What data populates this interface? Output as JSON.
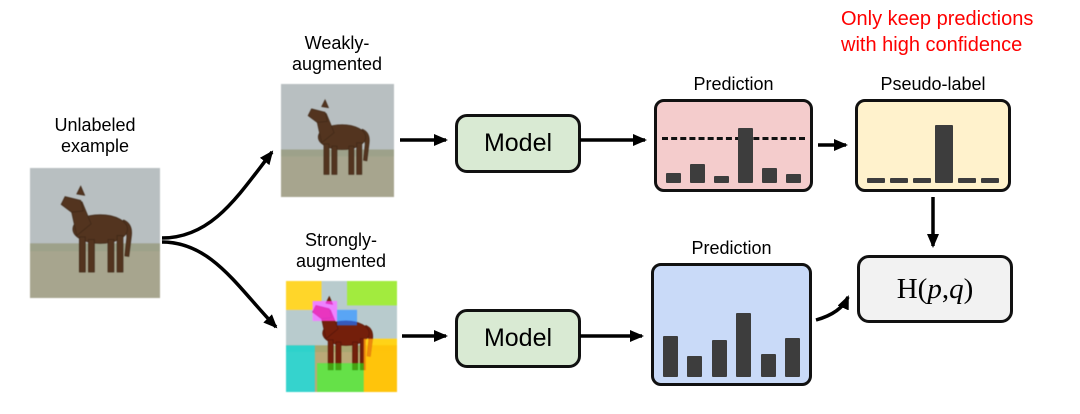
{
  "note": {
    "text": "Only keep predictions\nwith high confidence",
    "color": "#fe0000"
  },
  "nodes": {
    "unlabeled": {
      "label": "Unlabeled\nexample"
    },
    "weak": {
      "label": "Weakly-\naugmented"
    },
    "strong": {
      "label": "Strongly-\naugmented"
    },
    "model_top": {
      "label": "Model"
    },
    "model_bottom": {
      "label": "Model"
    },
    "loss": {
      "prefix": "H(",
      "p": "p",
      "sep": ", ",
      "q": "q",
      "suffix": ")"
    }
  },
  "charts": {
    "prediction_top": {
      "label": "Prediction",
      "type": "bar",
      "bars": [
        14,
        26,
        10,
        76,
        20,
        12
      ],
      "threshold_pct": 40,
      "bg": "#f4cccc"
    },
    "pseudo_label": {
      "label": "Pseudo-label",
      "type": "bar",
      "bars": [
        7,
        7,
        7,
        80,
        7,
        7
      ],
      "bg": "#fff2cc"
    },
    "prediction_bottom": {
      "label": "Prediction",
      "type": "bar",
      "bars": [
        40,
        20,
        36,
        62,
        22,
        38
      ],
      "bg": "#c9daf8"
    }
  },
  "colors": {
    "model_bg": "#d9ead3",
    "prediction_top_bg": "#f4cccc",
    "pseudo_label_bg": "#fff2cc",
    "prediction_bottom_bg": "#c9daf8",
    "loss_bg": "#f2f2f2",
    "bar": "#3d3d3d",
    "note_red": "#fe0000",
    "arrow": "#000000"
  }
}
